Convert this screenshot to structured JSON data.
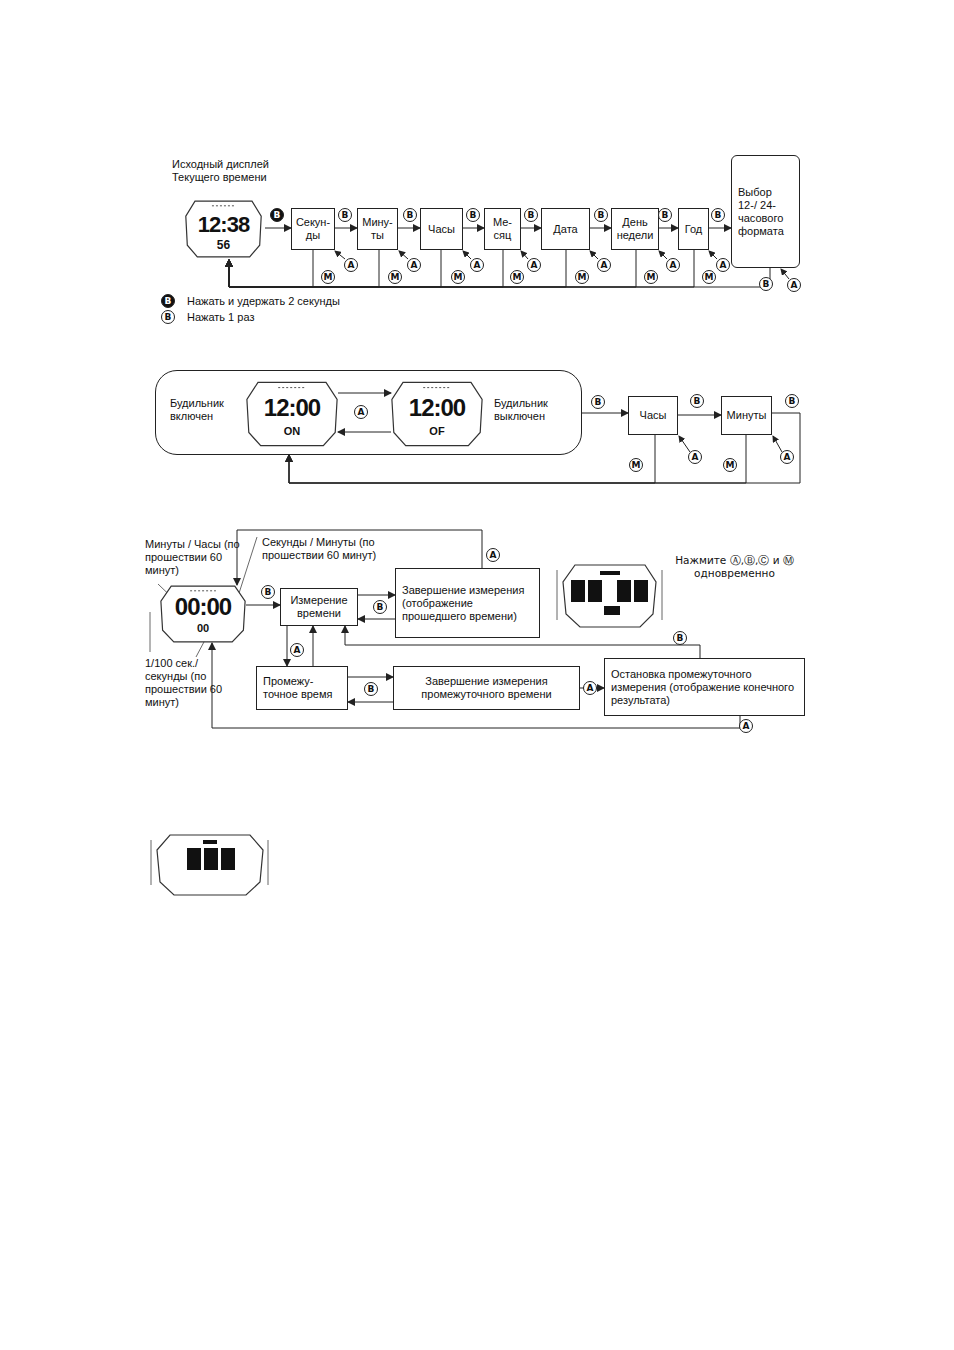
{
  "diagram": {
    "nodes": [
      {
        "text": [
          "Исходный дисплей Текущего времени",
          "12:38",
          "56"
        ]
      },
      {
        "text": [
          "Секун- ды"
        ]
      },
      {
        "text": [
          "Мину- ты"
        ]
      },
      {
        "text": [
          "Часы"
        ]
      },
      {
        "text": [
          "Ме- сяц"
        ]
      },
      {
        "text": [
          "Дата"
        ]
      },
      {
        "text": [
          "День недели"
        ]
      },
      {
        "text": [
          "Год"
        ]
      },
      {
        "text": [
          "Выбор 12-/ 24- часового формата"
        ]
      },
      {
        "text": [
          "Будильник включен",
          "Будильник выключен"
        ]
      },
      {
        "text": [
          "12:00",
          "ON"
        ],
        "in": 9
      },
      {
        "text": [
          "12:00",
          "OF"
        ],
        "in": 9
      },
      {
        "text": [
          "Часы"
        ]
      },
      {
        "text": [
          "Минуты"
        ]
      },
      {
        "text": [
          "00:00",
          "00"
        ]
      },
      {
        "text": [
          "Измерение времени"
        ]
      },
      {
        "text": [
          "Завершение измерения (отображение прошедшего времени)"
        ]
      },
      {
        "text": [
          "Промежу- точное время"
        ]
      },
      {
        "text": [
          "Завершение измерения промежуточного времени"
        ]
      },
      {
        "text": [
          "Остановка промежуточного измерения (отображение конечного результата)"
        ]
      }
    ],
    "edges": [
      {
        "from": 0,
        "to": 1,
        "arrow": "to",
        "label": "B"
      },
      {
        "from": 1,
        "to": 2,
        "arrow": "to",
        "label": "B"
      },
      {
        "from": 2,
        "to": 3,
        "arrow": "to",
        "label": "B"
      },
      {
        "from": 3,
        "to": 4,
        "arrow": "to",
        "label": "B"
      },
      {
        "from": 4,
        "to": 5,
        "arrow": "to",
        "label": "B"
      },
      {
        "from": 5,
        "to": 6,
        "arrow": "to",
        "label": "B"
      },
      {
        "from": 6,
        "to": 7,
        "arrow": "to",
        "label": "B"
      },
      {
        "from": 7,
        "to": 8,
        "arrow": "to",
        "label": "B"
      },
      {
        "from": 1,
        "to": 0,
        "arrow": "to",
        "label": "M"
      },
      {
        "from": 2,
        "to": 0,
        "arrow": "to",
        "label": "M"
      },
      {
        "from": 3,
        "to": 0,
        "arrow": "to",
        "label": "M"
      },
      {
        "from": 4,
        "to": 0,
        "arrow": "to",
        "label": "M"
      },
      {
        "from": 5,
        "to": 0,
        "arrow": "to",
        "label": "M"
      },
      {
        "from": 6,
        "to": 0,
        "arrow": "to",
        "label": "M"
      },
      {
        "from": 7,
        "to": 0,
        "arrow": "to",
        "label": "M"
      },
      {
        "from": 8,
        "to": 0,
        "arrow": "to",
        "label": "B"
      },
      {
        "from": 10,
        "to": 11,
        "arrow": "to",
        "label": "A"
      },
      {
        "from": 11,
        "to": 10,
        "arrow": "to"
      },
      {
        "from": 9,
        "to": 12,
        "arrow": "to",
        "label": "B"
      },
      {
        "from": 12,
        "to": 13,
        "arrow": "to",
        "label": "B"
      },
      {
        "from": 13,
        "to": 9,
        "arrow": "to",
        "label": "B"
      },
      {
        "from": 12,
        "to": 9,
        "arrow": "to",
        "label": "M"
      },
      {
        "from": 13,
        "to": 9,
        "arrow": "to",
        "label": "M"
      },
      {
        "from": 14,
        "to": 15,
        "arrow": "to",
        "label": "B"
      },
      {
        "from": 15,
        "to": 16,
        "arrow": "to",
        "label": "B"
      },
      {
        "from": 16,
        "to": 15,
        "arrow": "to"
      },
      {
        "from": 16,
        "to": 14,
        "arrow": "to",
        "label": "A"
      },
      {
        "from": 15,
        "to": 17,
        "arrow": "to",
        "label": "A"
      },
      {
        "from": 17,
        "to": 15,
        "arrow": "to"
      },
      {
        "from": 17,
        "to": 18,
        "arrow": "to",
        "label": "B"
      },
      {
        "from": 18,
        "to": 17,
        "arrow": "to"
      },
      {
        "from": 18,
        "to": 19,
        "arrow": "to",
        "label": "A"
      },
      {
        "from": 19,
        "to": 15,
        "arrow": "to",
        "label": "B"
      },
      {
        "from": 19,
        "to": 14,
        "arrow": "to",
        "label": "A"
      }
    ],
    "labels": [
      "A",
      "A",
      "A",
      "A",
      "A",
      "A",
      "A",
      "A",
      "B",
      "B",
      "A",
      "A",
      "Минуты / Часы (по прошествии 60 минут)",
      "Секунды / Минуты (по прошествии 60 минут)",
      "1/100 сек./ секунды (по прошествии 60 минут)",
      "Нажмите Ⓐ,Ⓑ,Ⓒ и Ⓜ одновременно"
    ],
    "legend": [
      {
        "text": "Нажать и удержать 2 секунды"
      },
      {
        "text": "Нажать 1 раз"
      }
    ]
  }
}
